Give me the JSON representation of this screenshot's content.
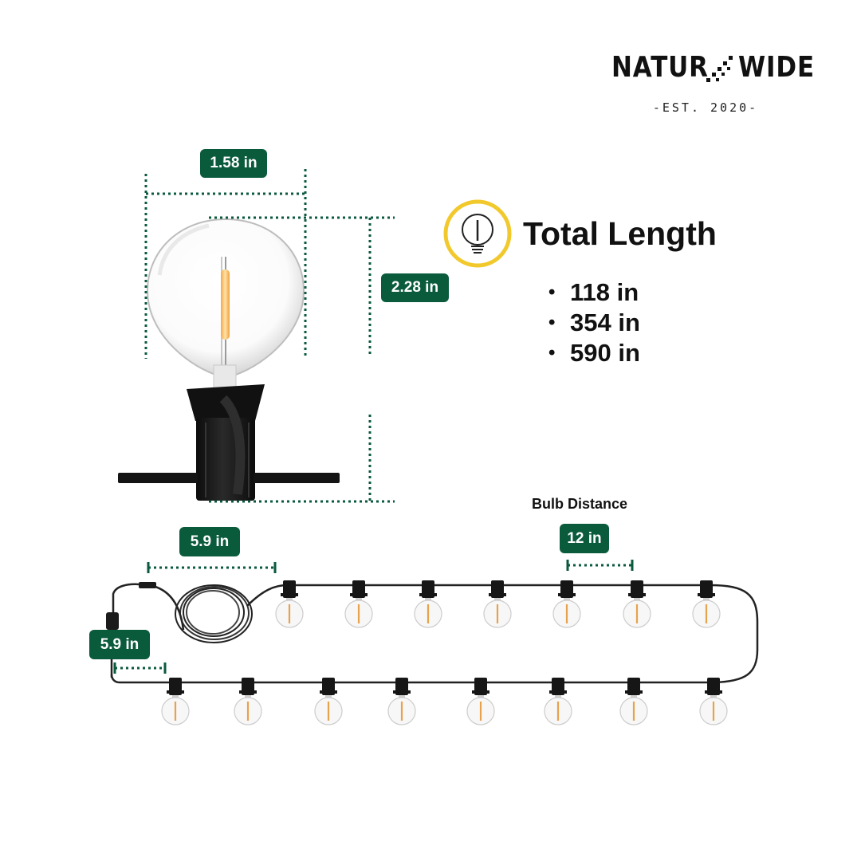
{
  "brand": {
    "name_left": "NATUR",
    "name_right": "WIDE",
    "est": "-EST. 2020-",
    "color": "#0a5a3c"
  },
  "icon": {
    "name": "light-bulb-icon",
    "ring_color": "#f2c92c"
  },
  "bulb_dimensions": {
    "width": "1.58 in",
    "height": "2.28 in"
  },
  "total_length": {
    "title": "Total Length",
    "options": [
      "118 in",
      "354 in",
      "590 in"
    ]
  },
  "string_layout": {
    "bulb_distance_label": "Bulb Distance",
    "bulb_spacing": "12 in",
    "lead_cord": "5.9 in",
    "plug_cord": "5.9 in",
    "top_row_bulbs": 7,
    "bottom_row_bulbs": 8
  }
}
